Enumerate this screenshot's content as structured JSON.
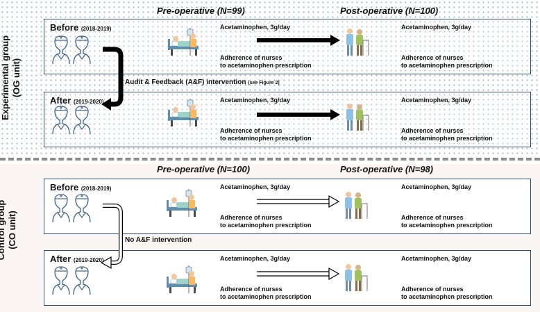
{
  "experimental": {
    "group_label_line1": "Experimental group",
    "group_label_line2": "(OG unit)",
    "pre_header": "Pre-operative (N=99)",
    "post_header": "Post-operative (N=100)",
    "intervention_label": "Audit & Feedback (A&F) intervention",
    "intervention_note": "(see Figure 2)",
    "before": {
      "label": "Before",
      "years": "(2018-2019)",
      "pre_med": "Acetaminophen, 3g/day",
      "pre_adherence": "Adherence of nurses\nto acetaminophen prescription",
      "post_med": "Acetaminophen, 3g/day",
      "post_adherence": "Adherence of nurses\nto acetaminophen prescription"
    },
    "after": {
      "label": "After",
      "years": "(2019-2020)",
      "pre_med": "Acetaminophen, 3g/day",
      "pre_adherence": "Adherence of nurses\nto acetaminophen prescription",
      "post_med": "Acetaminophen, 3g/day",
      "post_adherence": "Adherence of nurses\nto acetaminophen prescription"
    }
  },
  "control": {
    "group_label_line1": "Control group",
    "group_label_line2": "(CO unit)",
    "pre_header": "Pre-operative (N=100)",
    "post_header": "Post-operative (N=98)",
    "intervention_label": "No A&F intervention",
    "before": {
      "label": "Before",
      "years": "(2018-2019)",
      "pre_med": "Acetaminophen, 3g/day",
      "pre_adherence": "Adherence of nurses\nto acetaminophen prescription",
      "post_med": "Acetaminophen, 3g/day",
      "post_adherence": "Adherence of nurses\nto acetaminophen prescription"
    },
    "after": {
      "label": "After",
      "years": "(2019-2020)",
      "pre_med": "Acetaminophen, 3g/day",
      "pre_adherence": "Adherence of nurses\nto acetaminophen prescription",
      "post_med": "Acetaminophen, 3g/day",
      "post_adherence": "Adherence of nurses\nto acetaminophen prescription"
    }
  },
  "colors": {
    "box_border": "#2d4a72",
    "nurse_icon": "#3d5f8a",
    "arrow_solid": "#000000",
    "divider": "#8a8a8a"
  },
  "icons": [
    "nurse-icon",
    "patient-bed-icon",
    "walker-patient-icon"
  ]
}
